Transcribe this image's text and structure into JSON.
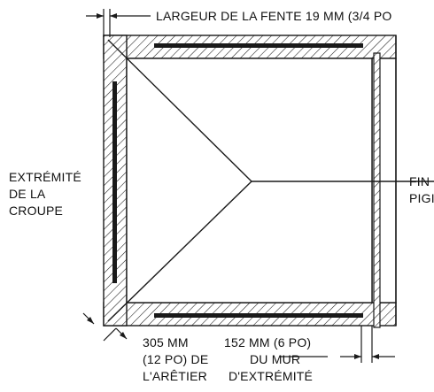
{
  "labels": {
    "slot_width": "LARGEUR DE LA FENTE 19 MM (3/4 PO",
    "hip_end": [
      "EXTRÉMITÉ",
      "DE LA",
      "CROUPE"
    ],
    "gable_end": [
      "FIN",
      "PIGI"
    ],
    "hip_offset": [
      "305 MM",
      "(12 PO) DE",
      "L'ARÊTIER"
    ],
    "wall_offset": [
      "152 MM (6 PO)",
      "DU MUR",
      "D'EXTRÉMITÉ"
    ]
  },
  "colors": {
    "line": "#1a1a1a",
    "hatch": "#1a1a1a",
    "background": "#ffffff"
  }
}
